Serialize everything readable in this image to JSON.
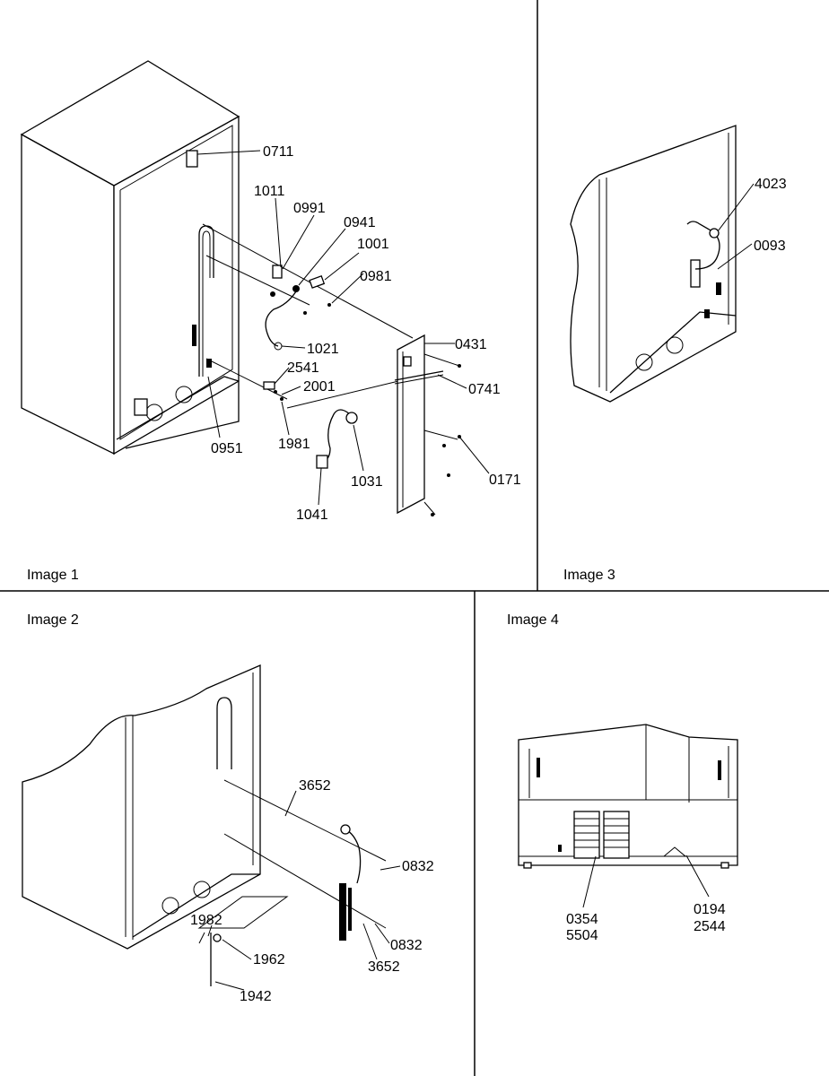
{
  "panels": {
    "image1": {
      "caption": "Image 1",
      "parts": [
        "0711",
        "1011",
        "0991",
        "0941",
        "1001",
        "0981",
        "1021",
        "2541",
        "2001",
        "0431",
        "0741",
        "0951",
        "1981",
        "1031",
        "0171",
        "1041"
      ]
    },
    "image2": {
      "caption": "Image 2",
      "parts": [
        "3652",
        "0832",
        "1982",
        "0832",
        "1962",
        "3652",
        "1942"
      ]
    },
    "image3": {
      "caption": "Image 3",
      "parts": [
        "4023",
        "0093"
      ]
    },
    "image4": {
      "caption": "Image 4",
      "parts": [
        "0354",
        "5504",
        "0194",
        "2544"
      ]
    }
  }
}
